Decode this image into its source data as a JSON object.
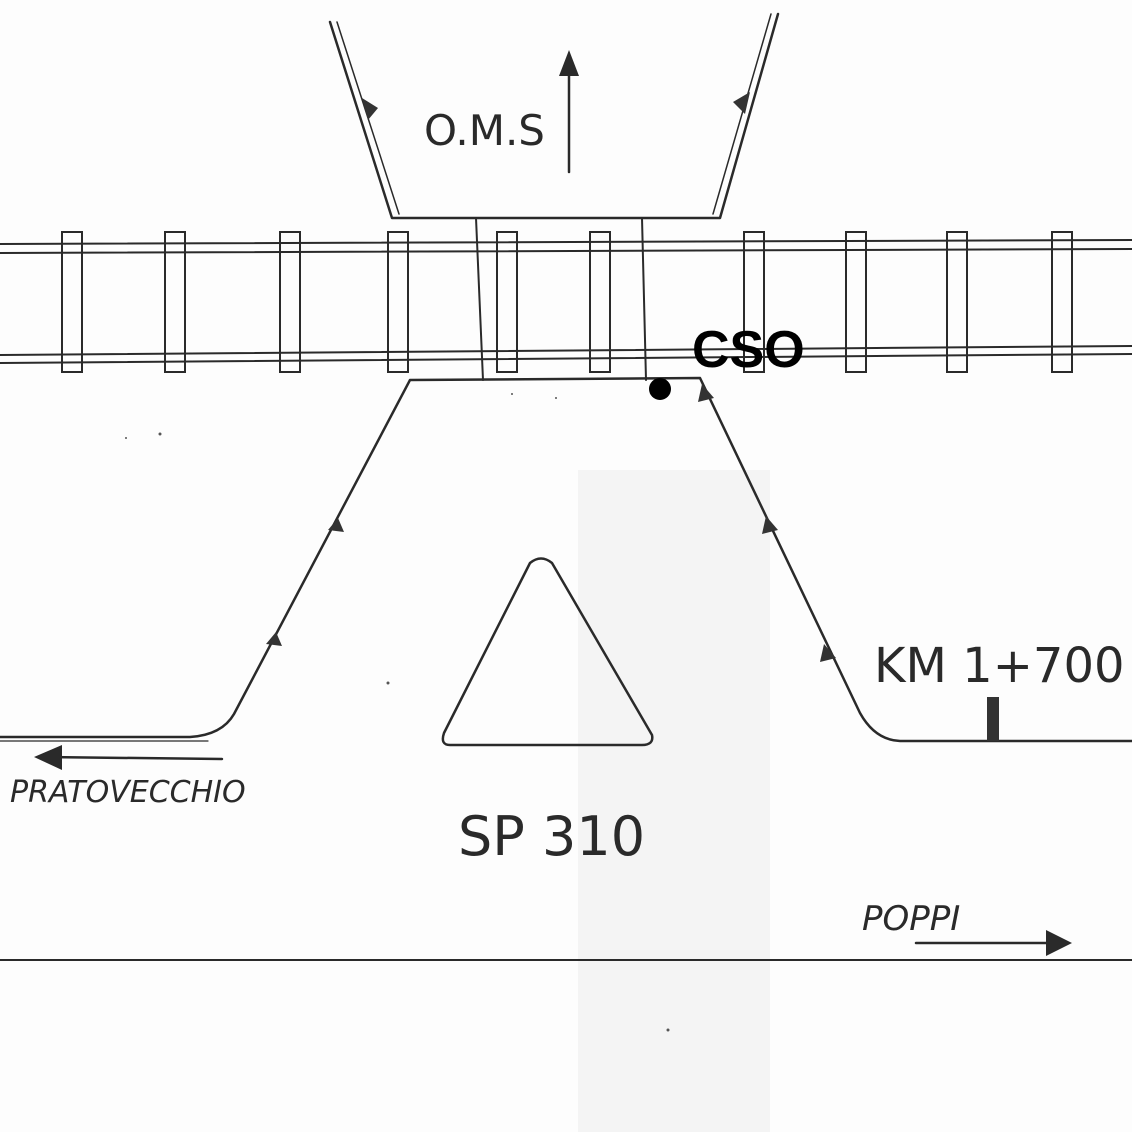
{
  "labels": {
    "oms": "O.M.S",
    "cso": "CSO",
    "km": "KM 1+700",
    "pratovecchio": "PRATOVECCHIO",
    "sp": "SP 310",
    "poppi": "POPPI"
  },
  "colors": {
    "ink": "#2a2a2a",
    "marker": "#000000",
    "paper": "#fdfdfd"
  }
}
